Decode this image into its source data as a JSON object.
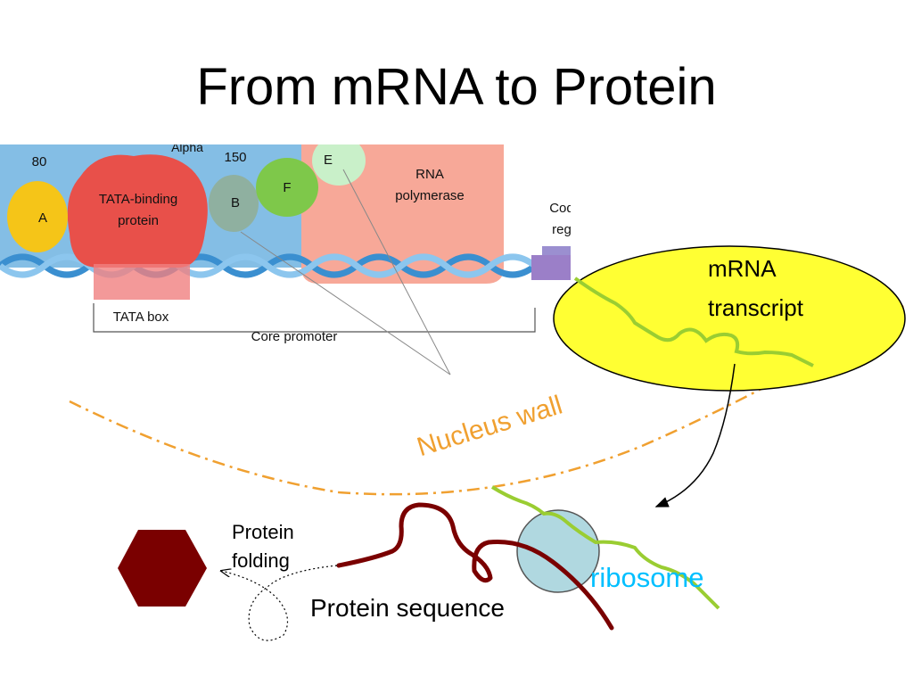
{
  "title": "From mRNA to Protein",
  "inset": {
    "labels": {
      "n80": "80",
      "alpha": "Alpha",
      "n150": "150",
      "e": "E",
      "a": "A",
      "b": "B",
      "f": "F",
      "tbp_line1": "TATA-binding",
      "tbp_line2": "protein",
      "rnap_line1": "RNA",
      "rnap_line2": "polymerase",
      "coding_line1": "Coding",
      "coding_line2": "region",
      "tata_box": "TATA box",
      "core_promoter": "Core promoter"
    }
  },
  "annotations": {
    "mrna_line1": "mRNA",
    "mrna_line2": "transcript",
    "nucleus_wall": "Nucleus wall",
    "ribosome": "ribosome",
    "protein_sequence": "Protein sequence",
    "folding_line1": "Protein",
    "folding_line2": "folding"
  },
  "colors": {
    "nucleus_wall": "#f0a030",
    "mrna_strand": "#9acd32",
    "protein_chain": "#7a0000",
    "mrna_bubble": "#ffff33",
    "ribosome": "#b0d8e0",
    "ribosome_label": "#00bfff",
    "folded_protein": "#7a0000"
  }
}
